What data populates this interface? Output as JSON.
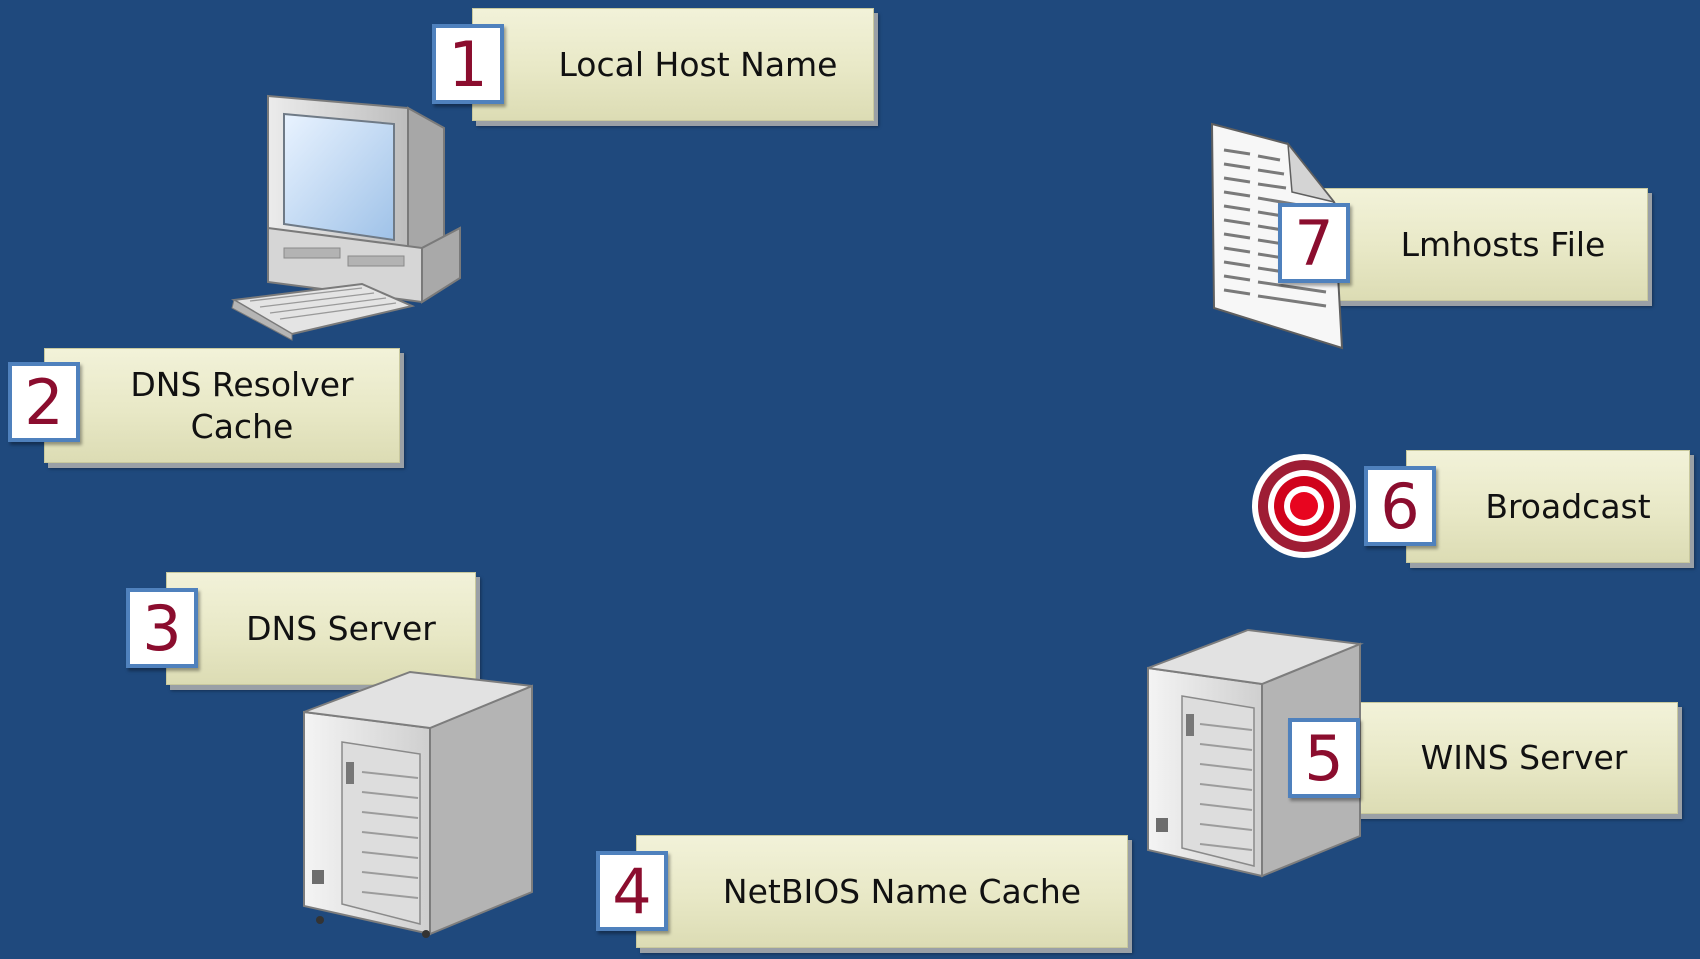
{
  "steps": [
    {
      "number": "1",
      "label": "Local Host Name"
    },
    {
      "number": "2",
      "label": "DNS Resolver\nCache"
    },
    {
      "number": "3",
      "label": "DNS Server"
    },
    {
      "number": "4",
      "label": "NetBIOS Name Cache"
    },
    {
      "number": "5",
      "label": "WINS Server"
    },
    {
      "number": "6",
      "label": "Broadcast"
    },
    {
      "number": "7",
      "label": "Lmhosts File"
    }
  ],
  "icons": {
    "client": "desktop-computer-icon",
    "dns_server": "server-tower-icon",
    "wins_server": "server-tower-icon",
    "broadcast": "target-icon",
    "lmhosts": "text-document-icon"
  },
  "colors": {
    "background": "#1f497d",
    "number_text": "#8b0d2e",
    "number_border": "#4f81bd",
    "label_fill": "#e8e8c6",
    "target_red": "#d0021b"
  }
}
